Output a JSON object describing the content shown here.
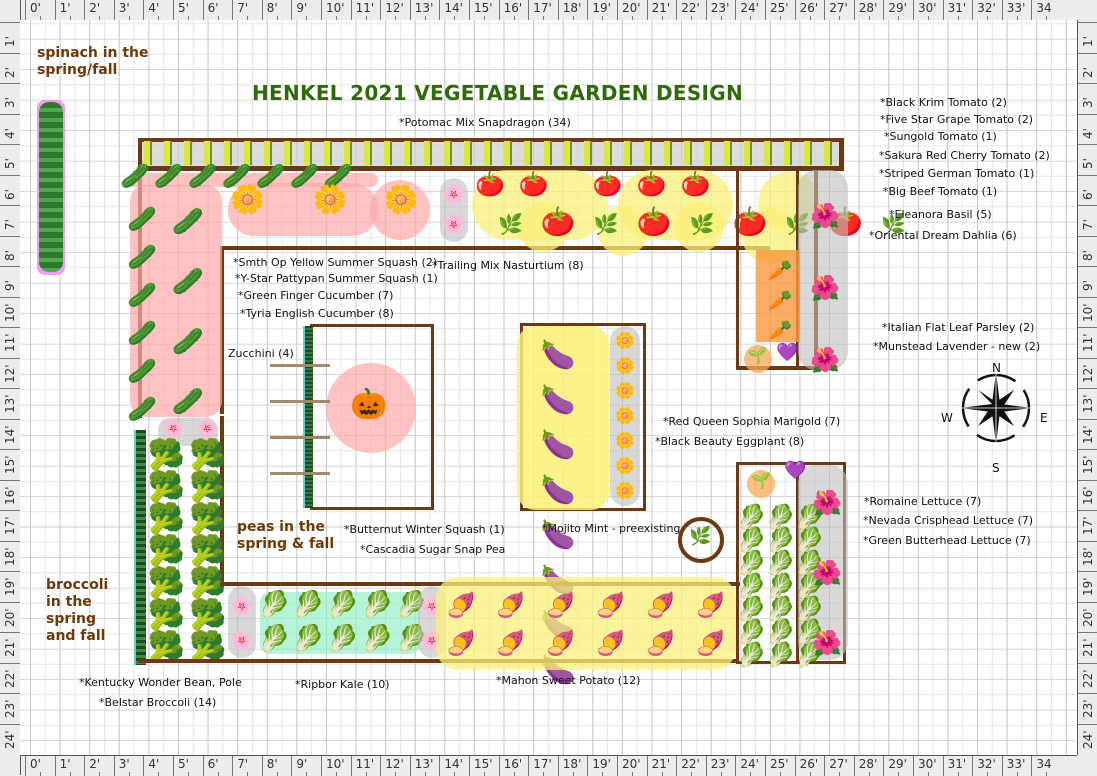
{
  "title": "HENKEL 2021 VEGETABLE GARDEN DESIGN",
  "rulers": {
    "horizontal": [
      "0'",
      "1'",
      "2'",
      "3'",
      "4'",
      "5'",
      "6'",
      "7'",
      "8'",
      "9'",
      "10'",
      "11'",
      "12'",
      "13'",
      "14'",
      "15'",
      "16'",
      "17'",
      "18'",
      "19'",
      "20'",
      "21'",
      "22'",
      "23'",
      "24'",
      "25'",
      "26'",
      "27'",
      "28'",
      "29'",
      "30'",
      "31'",
      "32'",
      "33'",
      "34"
    ],
    "vertical": [
      "1'",
      "2'",
      "3'",
      "4'",
      "5'",
      "6'",
      "7'",
      "8'",
      "9'",
      "10'",
      "11'",
      "12'",
      "13'",
      "14'",
      "15'",
      "16'",
      "17'",
      "18'",
      "19'",
      "20'",
      "21'",
      "22'",
      "23'",
      "24'"
    ]
  },
  "notes": {
    "spinach": "spinach in the spring/fall",
    "peas": "peas in the spring & fall",
    "broccoli": "broccoli in the spring and fall"
  },
  "labels": {
    "snapdragon": "*Potomac Mix Snapdragon (34)",
    "black_krim": "*Black Krim Tomato (2)",
    "five_star": "*Five Star Grape Tomato (2)",
    "sungold": "*Sungold Tomato (1)",
    "sakura": "*Sakura Red Cherry Tomato (2)",
    "striped_german": "*Striped German Tomato (1)",
    "big_beef": "*Big Beef Tomato (1)",
    "basil": "*Eleanora Basil (5)",
    "dahlia": "*Oriental Dream Dahlia (6)",
    "parsley": "*Italian Flat Leaf Parsley (2)",
    "lavender": "*Munstead Lavender - new (2)",
    "yellow_squash": "*Smth Op Yellow Summer Squash (2)",
    "pattypan": "*Y-Star Pattypan Summer Squash (1)",
    "green_finger": "*Green Finger Cucumber (7)",
    "tyria": "*Tyria English Cucumber (8)",
    "nasturtium": "*Trailing Mix Nasturtium (8)",
    "zucchini": "Zucchini (4)",
    "marigold": "*Red Queen Sophia Marigold (7)",
    "eggplant": "*Black Beauty Eggplant (8)",
    "butternut": "*Butternut Winter Squash (1)",
    "snap_pea": "*Cascadia Sugar Snap Pea",
    "mint": "*Mojito Mint - preexisting",
    "romaine": "*Romaine Lettuce (7)",
    "crisphead": "*Nevada Crisphead Lettuce (7)",
    "butterhead": "*Green Butterhead Lettuce (7)",
    "bean": "*Kentucky Wonder Bean, Pole",
    "broccoli": "*Belstar Broccoli (14)",
    "kale": "*Ripbor Kale (10)",
    "sweet_potato": "*Mahon Sweet Potato (12)"
  },
  "compass": {
    "n": "N",
    "s": "S",
    "e": "E",
    "w": "W"
  },
  "icons": {
    "snapdragon": "🌾",
    "cucumber": "🥒",
    "squash": "🌼",
    "tomato": "🍅",
    "basil": "🌿",
    "dahlia": "🌺",
    "nasturtium": "🌸",
    "butternut": "🎃",
    "eggplant": "🍆",
    "marigold": "🌼",
    "lettuce": "🥬",
    "broccoli": "🥦",
    "kale": "🥬",
    "sweet_potato": "🍠",
    "carrot": "🥕",
    "lavender": "💜",
    "parsley": "🌱",
    "mint": "🌿",
    "spinach": "🍃"
  },
  "colors": {
    "title": "#2f6a0a",
    "note": "#6b3a08",
    "bed_border": "#6b3a12",
    "pink_zone": "#ffaaaa",
    "yellow_zone": "#faf078",
    "gray_zone": "#bebebe"
  }
}
